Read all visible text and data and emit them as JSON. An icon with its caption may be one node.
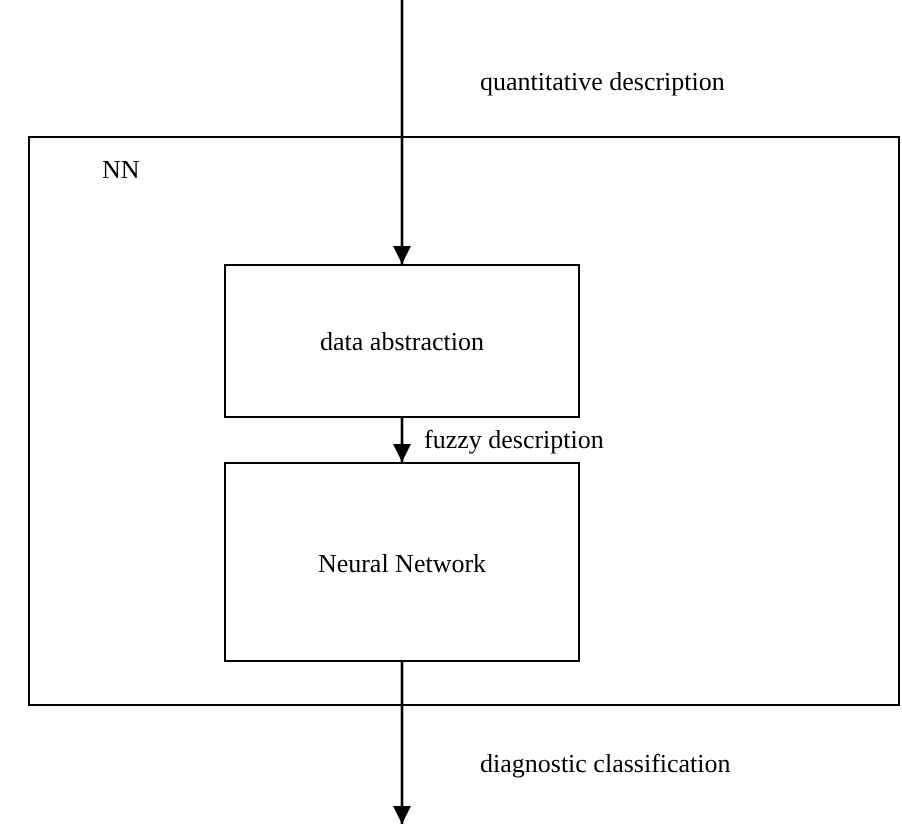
{
  "diagram": {
    "nodes": [
      {
        "text": [
          "NN"
        ]
      },
      {
        "text": [
          "data abstraction"
        ],
        "in": 0
      },
      {
        "text": [
          "Neural Network"
        ],
        "in": 0
      }
    ],
    "edges": [
      {
        "from": null,
        "to": 1,
        "arrow": "to",
        "label": "quantitative description"
      },
      {
        "from": 1,
        "to": 2,
        "arrow": "to",
        "label": "fuzzy description"
      },
      {
        "from": 2,
        "to": null,
        "arrow": "to",
        "label": "diagnostic classification"
      }
    ]
  }
}
